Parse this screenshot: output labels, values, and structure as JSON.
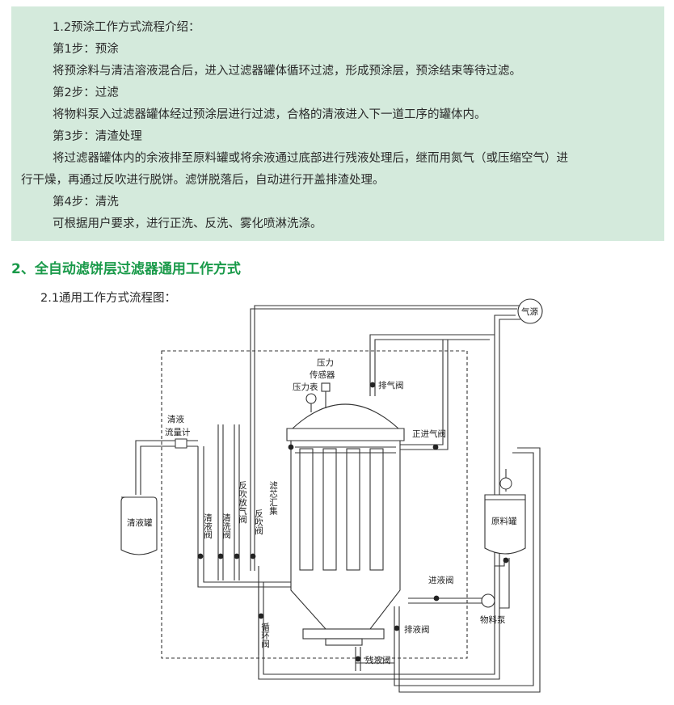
{
  "section_1": {
    "heading": "1.2预涂工作方式流程介绍：",
    "step1_title": "第1步：预涂",
    "step1_text": "将预涂料与清洁溶液混合后，进入过滤器罐体循环过滤，形成预涂层，预涂结束等待过滤。",
    "step2_title": "第2步：过滤",
    "step2_text": "将物料泵入过滤器罐体经过预涂层进行过滤，合格的清液进入下一道工序的罐体内。",
    "step3_title": "第3步：清渣处理",
    "step3_text_line1": "将过滤器罐体内的余液排至原料罐或将余液通过底部进行残液处理后，继而用氮气（或压缩空气）进",
    "step3_text_line2": "行干燥，再通过反吹进行脱饼。滤饼脱落后，自动进行开盖排渣处理。",
    "step4_title": "第4步：清洗",
    "step4_text": "可根据用户要求，进行正洗、反洗、雾化喷淋洗涤。"
  },
  "section_2": {
    "heading": "2、全自动滤饼层过滤器通用工作方式",
    "sub_heading": "2.1通用工作方式流程图："
  },
  "diagram": {
    "gas_source": "气源",
    "pressure_sensor_1": "压力",
    "pressure_sensor_2": "传感器",
    "pressure_gauge": "压力表",
    "vent_valve": "排气阀",
    "forward_air_valve": "正进气阀",
    "clear_liquid": "清液",
    "flowmeter": "流量计",
    "clear_tank": "清液罐",
    "raw_tank": "原料罐",
    "clear_valve": "清液阀",
    "wash_valve": "清洗阀",
    "back_air_valve": "反吹放气阀",
    "back_blow_valve": "反吹阀",
    "filter_manifold": "滤芯汇集",
    "circulation_valve": "循环阀",
    "inlet_valve": "进液阀",
    "drain_valve": "排液阀",
    "residue_valve": "残液阀",
    "feed_pump": "物料泵"
  }
}
